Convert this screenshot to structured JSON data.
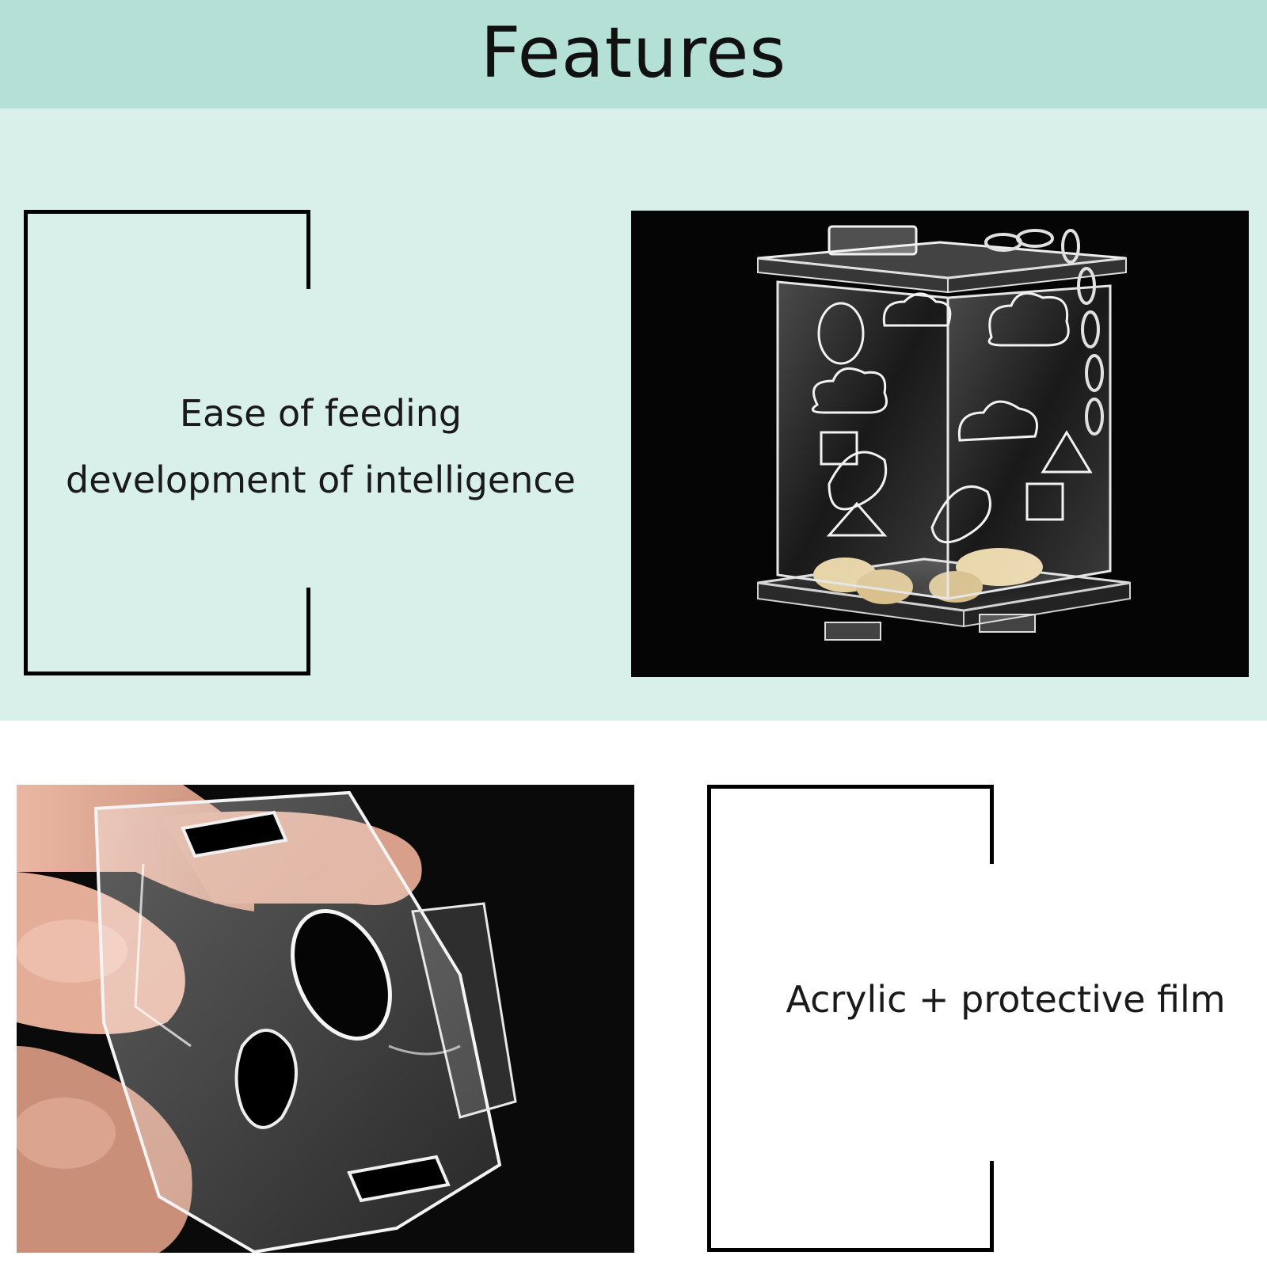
{
  "header": {
    "title": "Features"
  },
  "section1": {
    "caption_line1": "Ease of feeding",
    "caption_line2": "development of intelligence",
    "photo": {
      "subject": "clear acrylic treat box with peanuts and shaped cut-outs",
      "icon": "acrylic-feeder-box"
    }
  },
  "section2": {
    "caption": "Acrylic + protective film",
    "photo": {
      "subject": "hand holding a clear acrylic panel",
      "icon": "acrylic-panel-hand"
    }
  },
  "colors": {
    "header_bg": "#b5e0d5",
    "band_bg": "#d9efe9",
    "frame": "#000000",
    "photo_bg": "#000000"
  }
}
